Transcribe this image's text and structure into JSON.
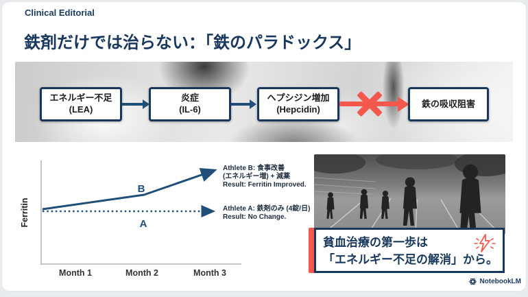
{
  "colors": {
    "navy": "#17375c",
    "line_blue": "#1f4e79",
    "red": "#f4584c",
    "axis_gray": "#c4c4c4",
    "slide_bg": "#ffffff"
  },
  "header": {
    "eyebrow": "Clinical Editorial",
    "title": "鉄剤だけでは治らない：「鉄のパラドックス」"
  },
  "flow": {
    "boxes": [
      {
        "line1": "エネルギー不足",
        "line2": "(LEA)"
      },
      {
        "line1": "炎症",
        "line2": "(IL-6)"
      },
      {
        "line1": "ヘプシジン増加",
        "line2": "(Hepcidin)"
      },
      {
        "line1": "鉄の吸収阻害"
      }
    ],
    "blocked_arrow": "x-blocked"
  },
  "chart": {
    "ylabel": "Ferritin",
    "x_labels": [
      "Month 1",
      "Month 2",
      "Month 3"
    ]
  },
  "chart_data": {
    "type": "line",
    "x": [
      "Month 1",
      "Month 2",
      "Month 3"
    ],
    "ylabel": "Ferritin",
    "grid": false,
    "legend_position": "right-annotations",
    "series": [
      {
        "name": "B",
        "style": "solid",
        "values": [
          50,
          58,
          78
        ]
      },
      {
        "name": "A",
        "style": "dotted",
        "values": [
          50,
          50,
          50
        ]
      }
    ]
  },
  "annotations": {
    "b": {
      "line1": "Athlete B: 食事改善",
      "line2": "(エネルギー増) + 減薬",
      "line3": "Result: Ferritin Improved."
    },
    "a": {
      "line1": "Athlete A: 鉄剤のみ (4錠/日)",
      "line2": "Result: No Change."
    }
  },
  "callout": {
    "line1": "貧血治療の第一歩は",
    "line2": "「エネルギー不足の解消」から。"
  },
  "footer": {
    "brand": "NotebookLM"
  }
}
